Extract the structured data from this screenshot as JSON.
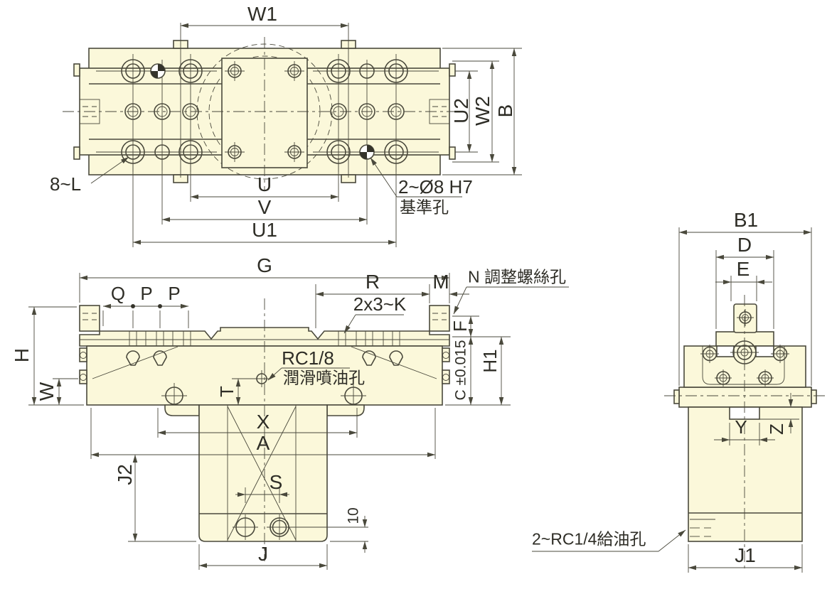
{
  "colors": {
    "body_fill": "#FBF8DA",
    "line": "#4A493C",
    "text": "#2E2D26",
    "background": "#FFFFFF"
  },
  "top": {
    "w1": "W1",
    "u2": "U2",
    "w2": "W2",
    "b": "B",
    "u": "U",
    "v": "V",
    "u1": "U1",
    "bolt_callout": "8~L",
    "datum_line1": "2~Ø8 H7",
    "datum_line2": "基準孔"
  },
  "front": {
    "g": "G",
    "r": "R",
    "m": "M",
    "n_callout": "N 調整螺絲孔",
    "q": "Q",
    "p1": "P",
    "p2": "P",
    "k_callout": "2x3~K",
    "f": "F",
    "c": "C ±0.015",
    "h1": "H1",
    "h": "H",
    "w": "W",
    "lube_line1": "RC1/8",
    "lube_line2": "潤滑噴油孔",
    "t": "T",
    "x": "X",
    "a": "A",
    "j2": "J2",
    "s": "S",
    "d10": "10",
    "j": "J"
  },
  "side": {
    "b1": "B1",
    "d": "D",
    "e": "E",
    "y": "Y",
    "z": "Z",
    "oil_callout": "2~RC1/4給油孔",
    "j1": "J1"
  }
}
